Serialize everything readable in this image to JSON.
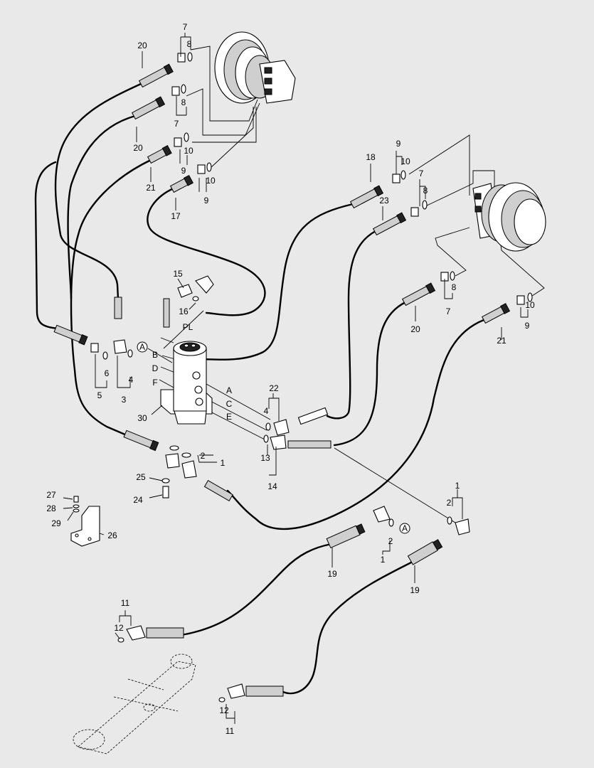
{
  "callouts": [
    {
      "id": "c7a",
      "text": "7"
    },
    {
      "id": "c8a",
      "text": "8"
    },
    {
      "id": "c20a",
      "text": "20"
    },
    {
      "id": "c8b",
      "text": "8"
    },
    {
      "id": "c7b",
      "text": "7"
    },
    {
      "id": "c20b",
      "text": "20"
    },
    {
      "id": "c10a",
      "text": "10"
    },
    {
      "id": "c9a",
      "text": "9"
    },
    {
      "id": "c21a",
      "text": "21"
    },
    {
      "id": "c10b",
      "text": "10"
    },
    {
      "id": "c9b",
      "text": "9"
    },
    {
      "id": "c17",
      "text": "17"
    },
    {
      "id": "c9c",
      "text": "9"
    },
    {
      "id": "c10c",
      "text": "10"
    },
    {
      "id": "c18",
      "text": "18"
    },
    {
      "id": "c7c",
      "text": "7"
    },
    {
      "id": "c8c",
      "text": "8"
    },
    {
      "id": "c23",
      "text": "23"
    },
    {
      "id": "c8d",
      "text": "8"
    },
    {
      "id": "c7d",
      "text": "7"
    },
    {
      "id": "c20c",
      "text": "20"
    },
    {
      "id": "c10d",
      "text": "10"
    },
    {
      "id": "c9d",
      "text": "9"
    },
    {
      "id": "c21b",
      "text": "21"
    },
    {
      "id": "c15",
      "text": "15"
    },
    {
      "id": "c16",
      "text": "16"
    },
    {
      "id": "cPL",
      "text": "PL"
    },
    {
      "id": "cB",
      "text": "B"
    },
    {
      "id": "cD",
      "text": "D"
    },
    {
      "id": "cF",
      "text": "F"
    },
    {
      "id": "c6",
      "text": "6"
    },
    {
      "id": "c4a",
      "text": "4"
    },
    {
      "id": "c5",
      "text": "5"
    },
    {
      "id": "c3",
      "text": "3"
    },
    {
      "id": "c30",
      "text": "30"
    },
    {
      "id": "cA",
      "text": "A"
    },
    {
      "id": "cC",
      "text": "C"
    },
    {
      "id": "cE",
      "text": "E"
    },
    {
      "id": "c22",
      "text": "22"
    },
    {
      "id": "c4b",
      "text": "4"
    },
    {
      "id": "c13",
      "text": "13"
    },
    {
      "id": "c14",
      "text": "14"
    },
    {
      "id": "c2a",
      "text": "2"
    },
    {
      "id": "c1a",
      "text": "1"
    },
    {
      "id": "c25",
      "text": "25"
    },
    {
      "id": "c24",
      "text": "24"
    },
    {
      "id": "c27",
      "text": "27"
    },
    {
      "id": "c28",
      "text": "28"
    },
    {
      "id": "c29",
      "text": "29"
    },
    {
      "id": "c26",
      "text": "26"
    },
    {
      "id": "c1b",
      "text": "1"
    },
    {
      "id": "c2b",
      "text": "2"
    },
    {
      "id": "c2c",
      "text": "2"
    },
    {
      "id": "c1c",
      "text": "1"
    },
    {
      "id": "c19a",
      "text": "19"
    },
    {
      "id": "c19b",
      "text": "19"
    },
    {
      "id": "c11a",
      "text": "11"
    },
    {
      "id": "c12a",
      "text": "12"
    },
    {
      "id": "c12b",
      "text": "12"
    },
    {
      "id": "c11b",
      "text": "11"
    }
  ],
  "refs": {
    "circle_a": "A"
  },
  "colors": {
    "background": "#e9e9e9",
    "ink": "#000000"
  }
}
